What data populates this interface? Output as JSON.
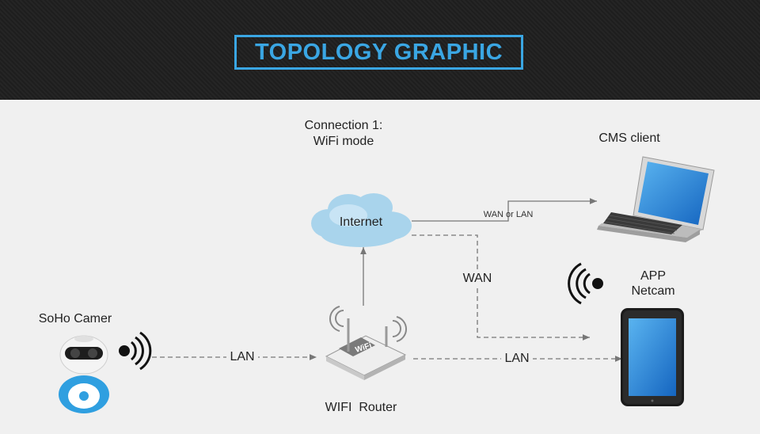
{
  "header": {
    "title": "TOPOLOGY GRAPHIC"
  },
  "diagram": {
    "connection_line1": "Connection 1:",
    "connection_line2": "WiFi mode",
    "internet": "Internet",
    "cms_client": "CMS client",
    "wan_or_lan": "WAN or LAN",
    "wan": "WAN",
    "app": "APP",
    "netcam": "Netcam",
    "soho_camera": "SoHo Camer",
    "lan_left": "LAN",
    "lan_right": "LAN",
    "wifi_router": "WIFI  Router",
    "router_badge": "WiFi"
  },
  "colors": {
    "accent": "#3aa6e3",
    "cloud": "#a9d4ec",
    "camera_blue": "#2f9fe0",
    "tablet_screen": "#1e88e0"
  }
}
